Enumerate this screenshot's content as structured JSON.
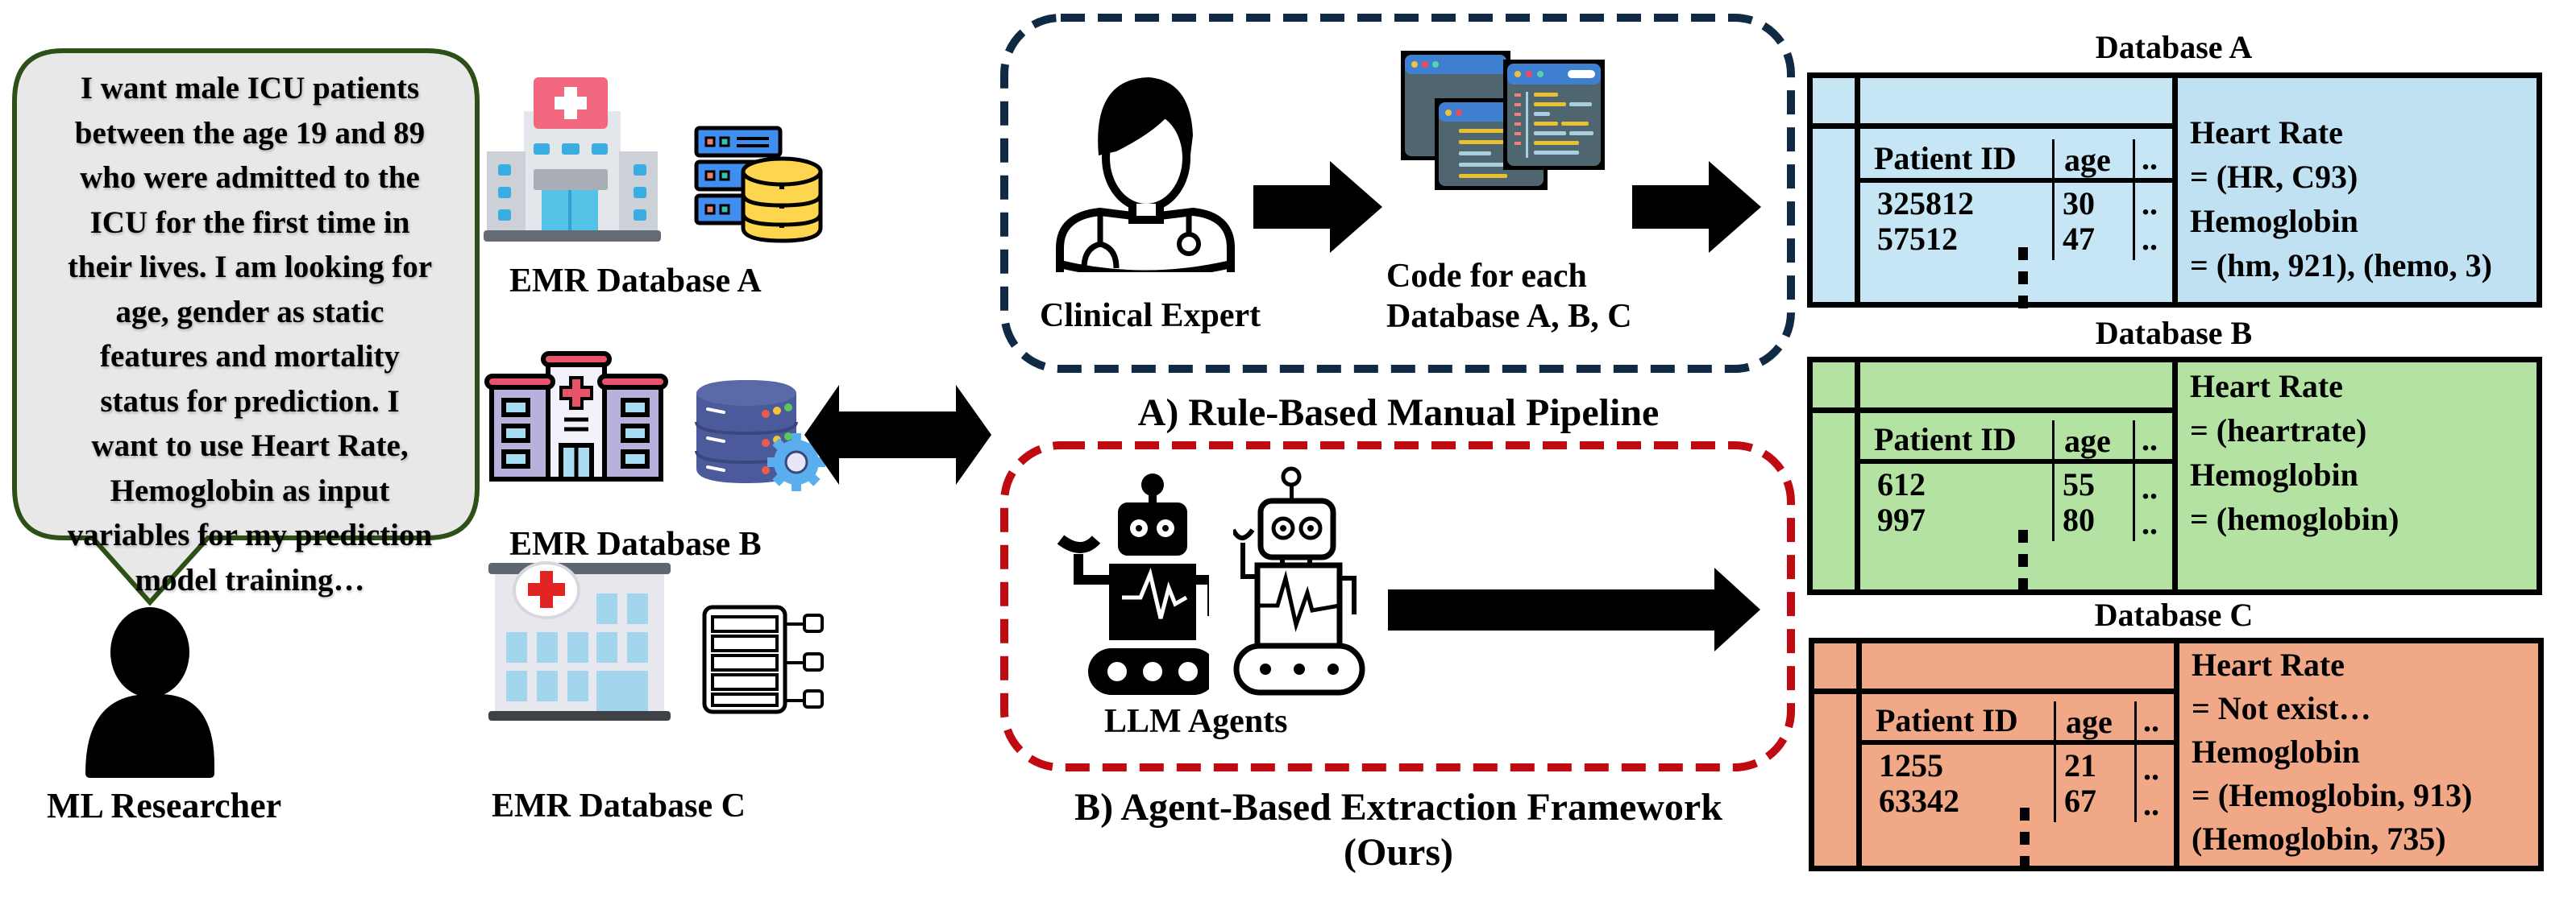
{
  "researcher": {
    "request_lines": [
      "I want male ICU patients",
      "between the age 19 and 89",
      "who were admitted to the",
      "ICU for the first time in",
      "their lives. I am looking for",
      "age, gender as static",
      "features and mortality",
      "status for prediction. I",
      "want to use Heart Rate,",
      "Hemoglobin as input",
      "variables for my prediction",
      "model training…"
    ],
    "label": "ML Researcher",
    "bubble_border_color": "#2d5016",
    "bubble_fill_color": "#e8e8e8"
  },
  "emr_databases": [
    {
      "label": "EMR Database A",
      "icon": "hospital-icon"
    },
    {
      "label": "EMR Database B",
      "icon": "hospital-icon"
    },
    {
      "label": "EMR Database C",
      "icon": "hospital-icon"
    }
  ],
  "pipeline_a": {
    "title": "A) Rule-Based Manual Pipeline",
    "expert_label": "Clinical Expert",
    "code_label_lines": [
      "Code for each",
      "Database A, B, C"
    ],
    "border_color": "#102a46"
  },
  "pipeline_b": {
    "title_lines": [
      "B) Agent-Based Extraction Framework",
      "(Ours)"
    ],
    "agents_label": "LLM Agents",
    "border_color": "#c00a12"
  },
  "tables": [
    {
      "title": "Database A",
      "color": "#c6e6f5",
      "mapping_color": "#c0e1f2",
      "headers": [
        "Patient ID",
        "age",
        ".."
      ],
      "rows": [
        [
          "325812",
          "30",
          ".."
        ],
        [
          "57512",
          "47",
          ".."
        ]
      ],
      "mapping": [
        "Heart Rate",
        "= (HR, C93)",
        "Hemoglobin",
        "= (hm, 921), (hemo, 3)"
      ]
    },
    {
      "title": "Database B",
      "color": "#b3e2a3",
      "mapping_color": "#b3e2a3",
      "headers": [
        "Patient ID",
        "age",
        ".."
      ],
      "rows": [
        [
          "612",
          "55",
          ".."
        ],
        [
          "997",
          "80",
          ".."
        ]
      ],
      "mapping": [
        "Heart Rate",
        "= (heartrate)",
        "Hemoglobin",
        "= (hemoglobin)"
      ]
    },
    {
      "title": "Database C",
      "color": "#f0a887",
      "mapping_color": "#f0a887",
      "headers": [
        "Patient ID",
        "age",
        ".."
      ],
      "rows": [
        [
          "1255",
          "21",
          ".."
        ],
        [
          "63342",
          "67",
          ".."
        ]
      ],
      "mapping": [
        "Heart Rate",
        "= Not exist…",
        "Hemoglobin",
        "= (Hemoglobin, 913)",
        "(Hemoglobin, 735)"
      ]
    }
  ]
}
